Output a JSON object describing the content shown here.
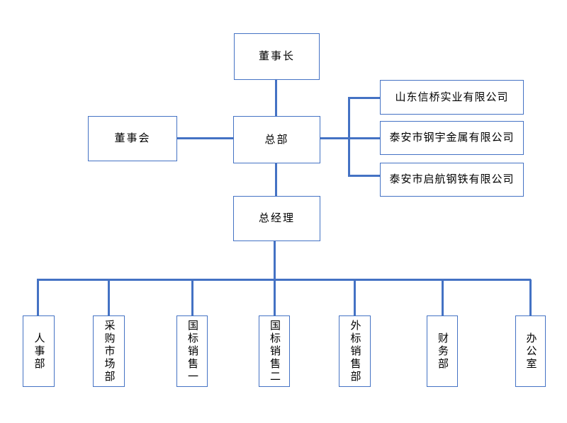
{
  "org": {
    "chairman": "董事长",
    "board": "董事会",
    "headquarters": "总部",
    "general_manager": "总经理",
    "companies": [
      "山东信桥实业有限公司",
      "泰安市钢宇金属有限公司",
      "泰安市启航钢铁有限公司"
    ],
    "departments": [
      "人事部",
      "采购市场部",
      "国标销售一",
      "国标销售二",
      "外标销售部",
      "财务部",
      "办公室"
    ]
  },
  "colors": {
    "line": "#4472C4",
    "border": "#4472C4",
    "background": "#ffffff",
    "text": "#000000"
  }
}
